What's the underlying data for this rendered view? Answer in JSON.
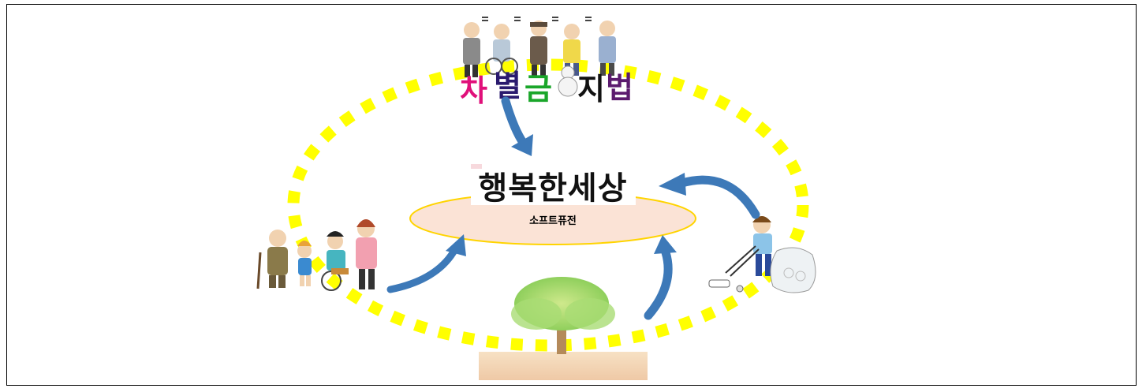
{
  "center": {
    "title": "행복한세상",
    "label": "소프트퓨전"
  },
  "top_image": {
    "caption_chars": [
      "차",
      "별",
      "금",
      "지",
      "법"
    ],
    "caption_colors": [
      "#e0107a",
      "#2a1a6e",
      "#1aa62a",
      "#111111",
      "#5b1a6e"
    ]
  },
  "colors": {
    "ring": "#ffff00",
    "arrow": "#3d79b8",
    "ellipse_fill": "#fbe3d6",
    "ellipse_stroke": "#ffd400"
  }
}
